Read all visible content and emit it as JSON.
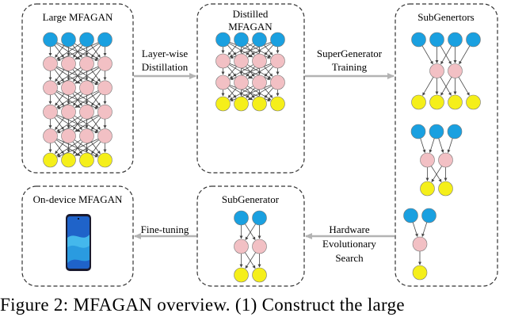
{
  "boxes": {
    "large": {
      "title": "Large MFAGAN"
    },
    "distilled": {
      "title_line1": "Distilled",
      "title_line2": "MFAGAN"
    },
    "subgens": {
      "title": "SubGenertors"
    },
    "subgen": {
      "title": "SubGenerator"
    },
    "ondevice": {
      "title": "On-device MFAGAN"
    }
  },
  "arrows": {
    "distill": {
      "line1": "Layer-wise",
      "line2": "Distillation"
    },
    "supertrain": {
      "line1": "SuperGenerator",
      "line2": "Training"
    },
    "search": {
      "line1": "Hardware",
      "line2": "Evolutionary",
      "line3": "Search"
    },
    "finetune": {
      "line1": "Fine-tuning"
    }
  },
  "colors": {
    "input_node": "#1aa0e0",
    "hidden_node": "#f2c0c4",
    "output_node": "#f5ef1a",
    "arrow": "#b3b3b3",
    "border": "#333333"
  },
  "networks": {
    "large": [
      4,
      4,
      4,
      4,
      4,
      4
    ],
    "distilled": [
      4,
      4,
      4,
      4
    ],
    "subgen_a": [
      4,
      2,
      4
    ],
    "subgen_b": [
      3,
      2,
      2
    ],
    "subgen_c": [
      2,
      1,
      1
    ],
    "subgenerator": [
      2,
      2,
      2
    ]
  },
  "caption": "Figure 2:  MFAGAN overview.  (1) Construct the large"
}
